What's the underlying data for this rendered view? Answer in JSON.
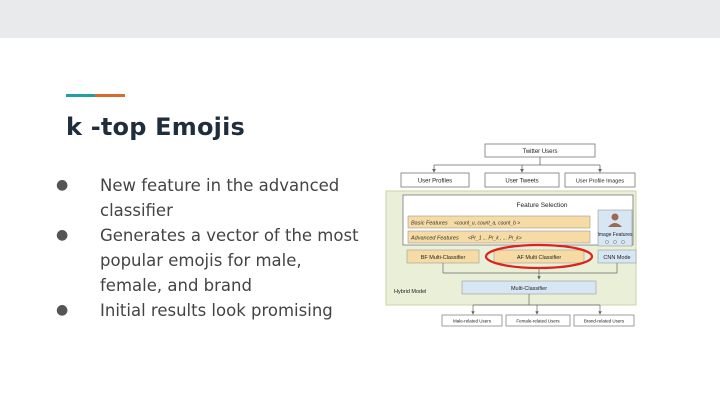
{
  "slide": {
    "title": "k -top Emojis",
    "bullets": [
      "New feature in the advanced classifier",
      "Generates a vector of the most popular emojis for male, female, and brand",
      "Initial results look promising"
    ],
    "bullet_symbol": "●"
  },
  "figure": {
    "twitter_users": "Twitter Users",
    "user_profiles": "User Profiles",
    "user_tweets": "User Tweets",
    "user_profile_images": "User Profile Images",
    "feature_selection": "Feature Selection",
    "basic_features": "Basic Features",
    "basic_formula": "<count_u, count_a, count_b >",
    "advanced_features": "Advanced Features",
    "advanced_formula": "<Pr_1 ... Pr_k , ... Pr_k>",
    "image_features": "Image Features",
    "bf_multi_classifier": "BF Multi-Classifier",
    "af_multi_classifier": "AF Multi Classifier",
    "cnn_model": "CNN Mode",
    "hybrid_model": "Hybrid  Model",
    "multi_classifier": "Multi-Classifier",
    "male_related_users": "Male-related Users",
    "female_related_users": "Female-related Users",
    "brand_related_users": "Brand-related Users",
    "colors": {
      "panel_bg": "#eaf0d8",
      "panel_border": "#c9d2a8",
      "box_orange": "#f6dca4",
      "box_blue": "#d7e6f3",
      "highlight_red": "#e0201a"
    }
  }
}
